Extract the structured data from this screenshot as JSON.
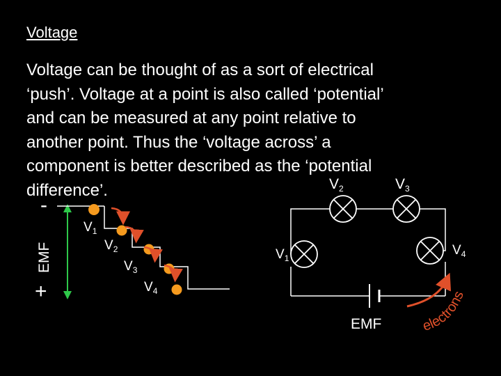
{
  "slide": {
    "title": "Voltage",
    "paragraph_lines": [
      "Voltage can be thought of as a sort of electrical",
      "‘push’.  Voltage at a point is also called ‘potential’",
      "and can be measured at any point relative to",
      "another point.  Thus the ‘voltage across’ a",
      "component is better described as the ‘potential",
      "difference’."
    ]
  },
  "energy_diagram": {
    "emf_label": "EMF",
    "minus_sign": "-",
    "plus_sign": "+",
    "steps": [
      {
        "letter": "V",
        "index": "1"
      },
      {
        "letter": "V",
        "index": "2"
      },
      {
        "letter": "V",
        "index": "3"
      },
      {
        "letter": "V",
        "index": "4"
      }
    ]
  },
  "circuit": {
    "lamps": [
      {
        "letter": "V",
        "index": "2"
      },
      {
        "letter": "V",
        "index": "3"
      },
      {
        "letter": "V",
        "index": "1"
      },
      {
        "letter": "V",
        "index": "4"
      }
    ],
    "emf_label": "EMF",
    "electrons_label": "electrons"
  },
  "colors": {
    "background": "#000000",
    "text": "#ffffff",
    "charge_dot": "#f59a1e",
    "flow_arrow": "#e0502a",
    "step_line": "#ffffff",
    "emf_arrow": "#2ec84a"
  }
}
